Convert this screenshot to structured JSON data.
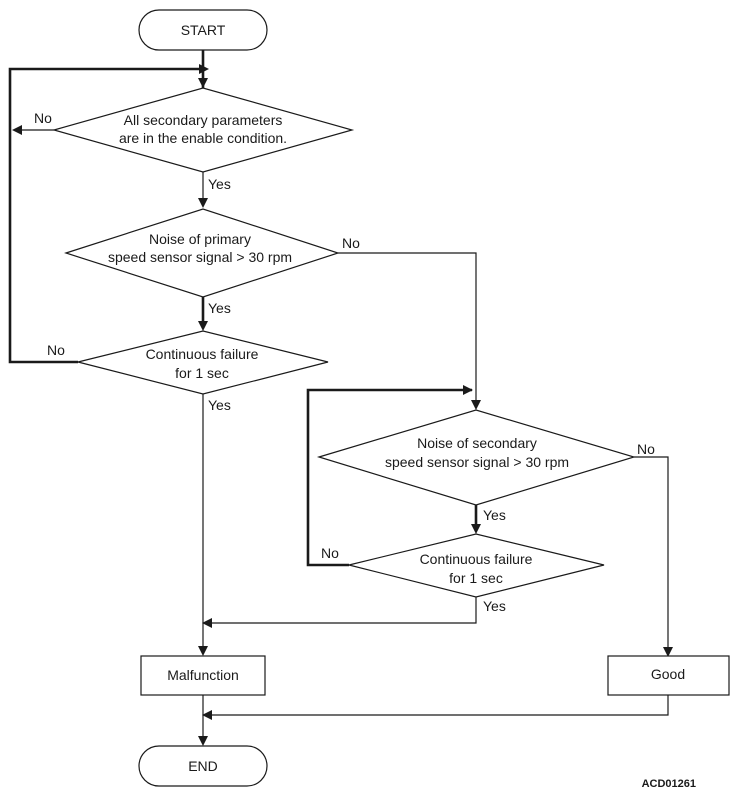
{
  "nodes": {
    "start": {
      "text": "START"
    },
    "check_params": {
      "line1": "All secondary parameters",
      "line2": "are in the enable condition."
    },
    "noise_primary": {
      "line1": "Noise of primary",
      "line2": "speed sensor signal > 30 rpm"
    },
    "failure_primary": {
      "line1": "Continuous failure",
      "line2": "for 1 sec"
    },
    "noise_secondary": {
      "line1": "Noise of secondary",
      "line2": "speed sensor signal > 30 rpm"
    },
    "failure_secondary": {
      "line1": "Continuous failure",
      "line2": "for 1 sec"
    },
    "malfunction": {
      "text": "Malfunction"
    },
    "good": {
      "text": "Good"
    },
    "end": {
      "text": "END"
    }
  },
  "edge_labels": {
    "yes": "Yes",
    "no": "No"
  },
  "figure_code": "ACD01261"
}
